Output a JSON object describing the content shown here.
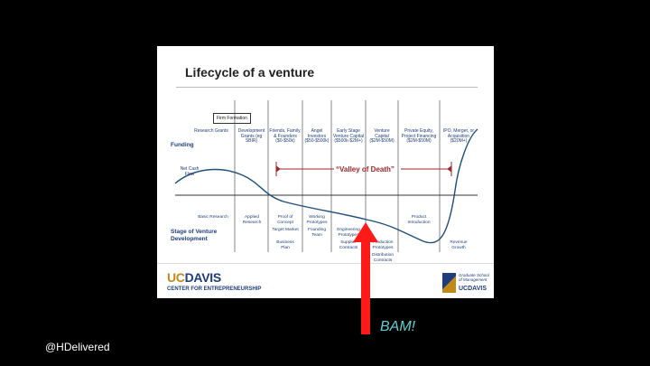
{
  "slide": {
    "title": "Lifecycle of a venture",
    "firm_formation": "Firm Formation",
    "funding_label": "Funding",
    "net_cash_flow": "Net Cash Flow",
    "stage_label": "Stage of Venture Development",
    "valley_label": "“Valley of Death”",
    "funding_stages": [
      "Research Grants",
      "Development Grants (eg SBIR)",
      "Friends, Family, & Founders ($0-$50k)",
      "Angel Investors ($50-$500k)",
      "Early Stage Venture Capital ($500k-$2M+)",
      "Venture Capital ($2M-$50M)",
      "Private Equity, Project Financing ($2M-$50M)",
      "IPO, Merger, or Acquisition ($20M+)"
    ],
    "dev_stages": [
      "Basic Research",
      "Applied Research",
      "Proof of Concept",
      "Target Market",
      "Business Plan",
      "Working Prototypes",
      "Founding Team",
      "Engineering Prototypes",
      "Supplier Contracts",
      "Production Prototypes",
      "Distribution Contracts",
      "Product Introduction",
      "Revenue Growth"
    ],
    "footer": {
      "uc": "UC",
      "davis": "DAVIS",
      "center": "CENTER FOR ENTREPRENEURSHIP",
      "gsm": "Graduate School of Management",
      "gsm_ucd": "UCDAVIS"
    }
  },
  "overlay": {
    "handle": "@HDelivered",
    "bam": "BAM!",
    "arrow_color": "#ff1a1a"
  }
}
